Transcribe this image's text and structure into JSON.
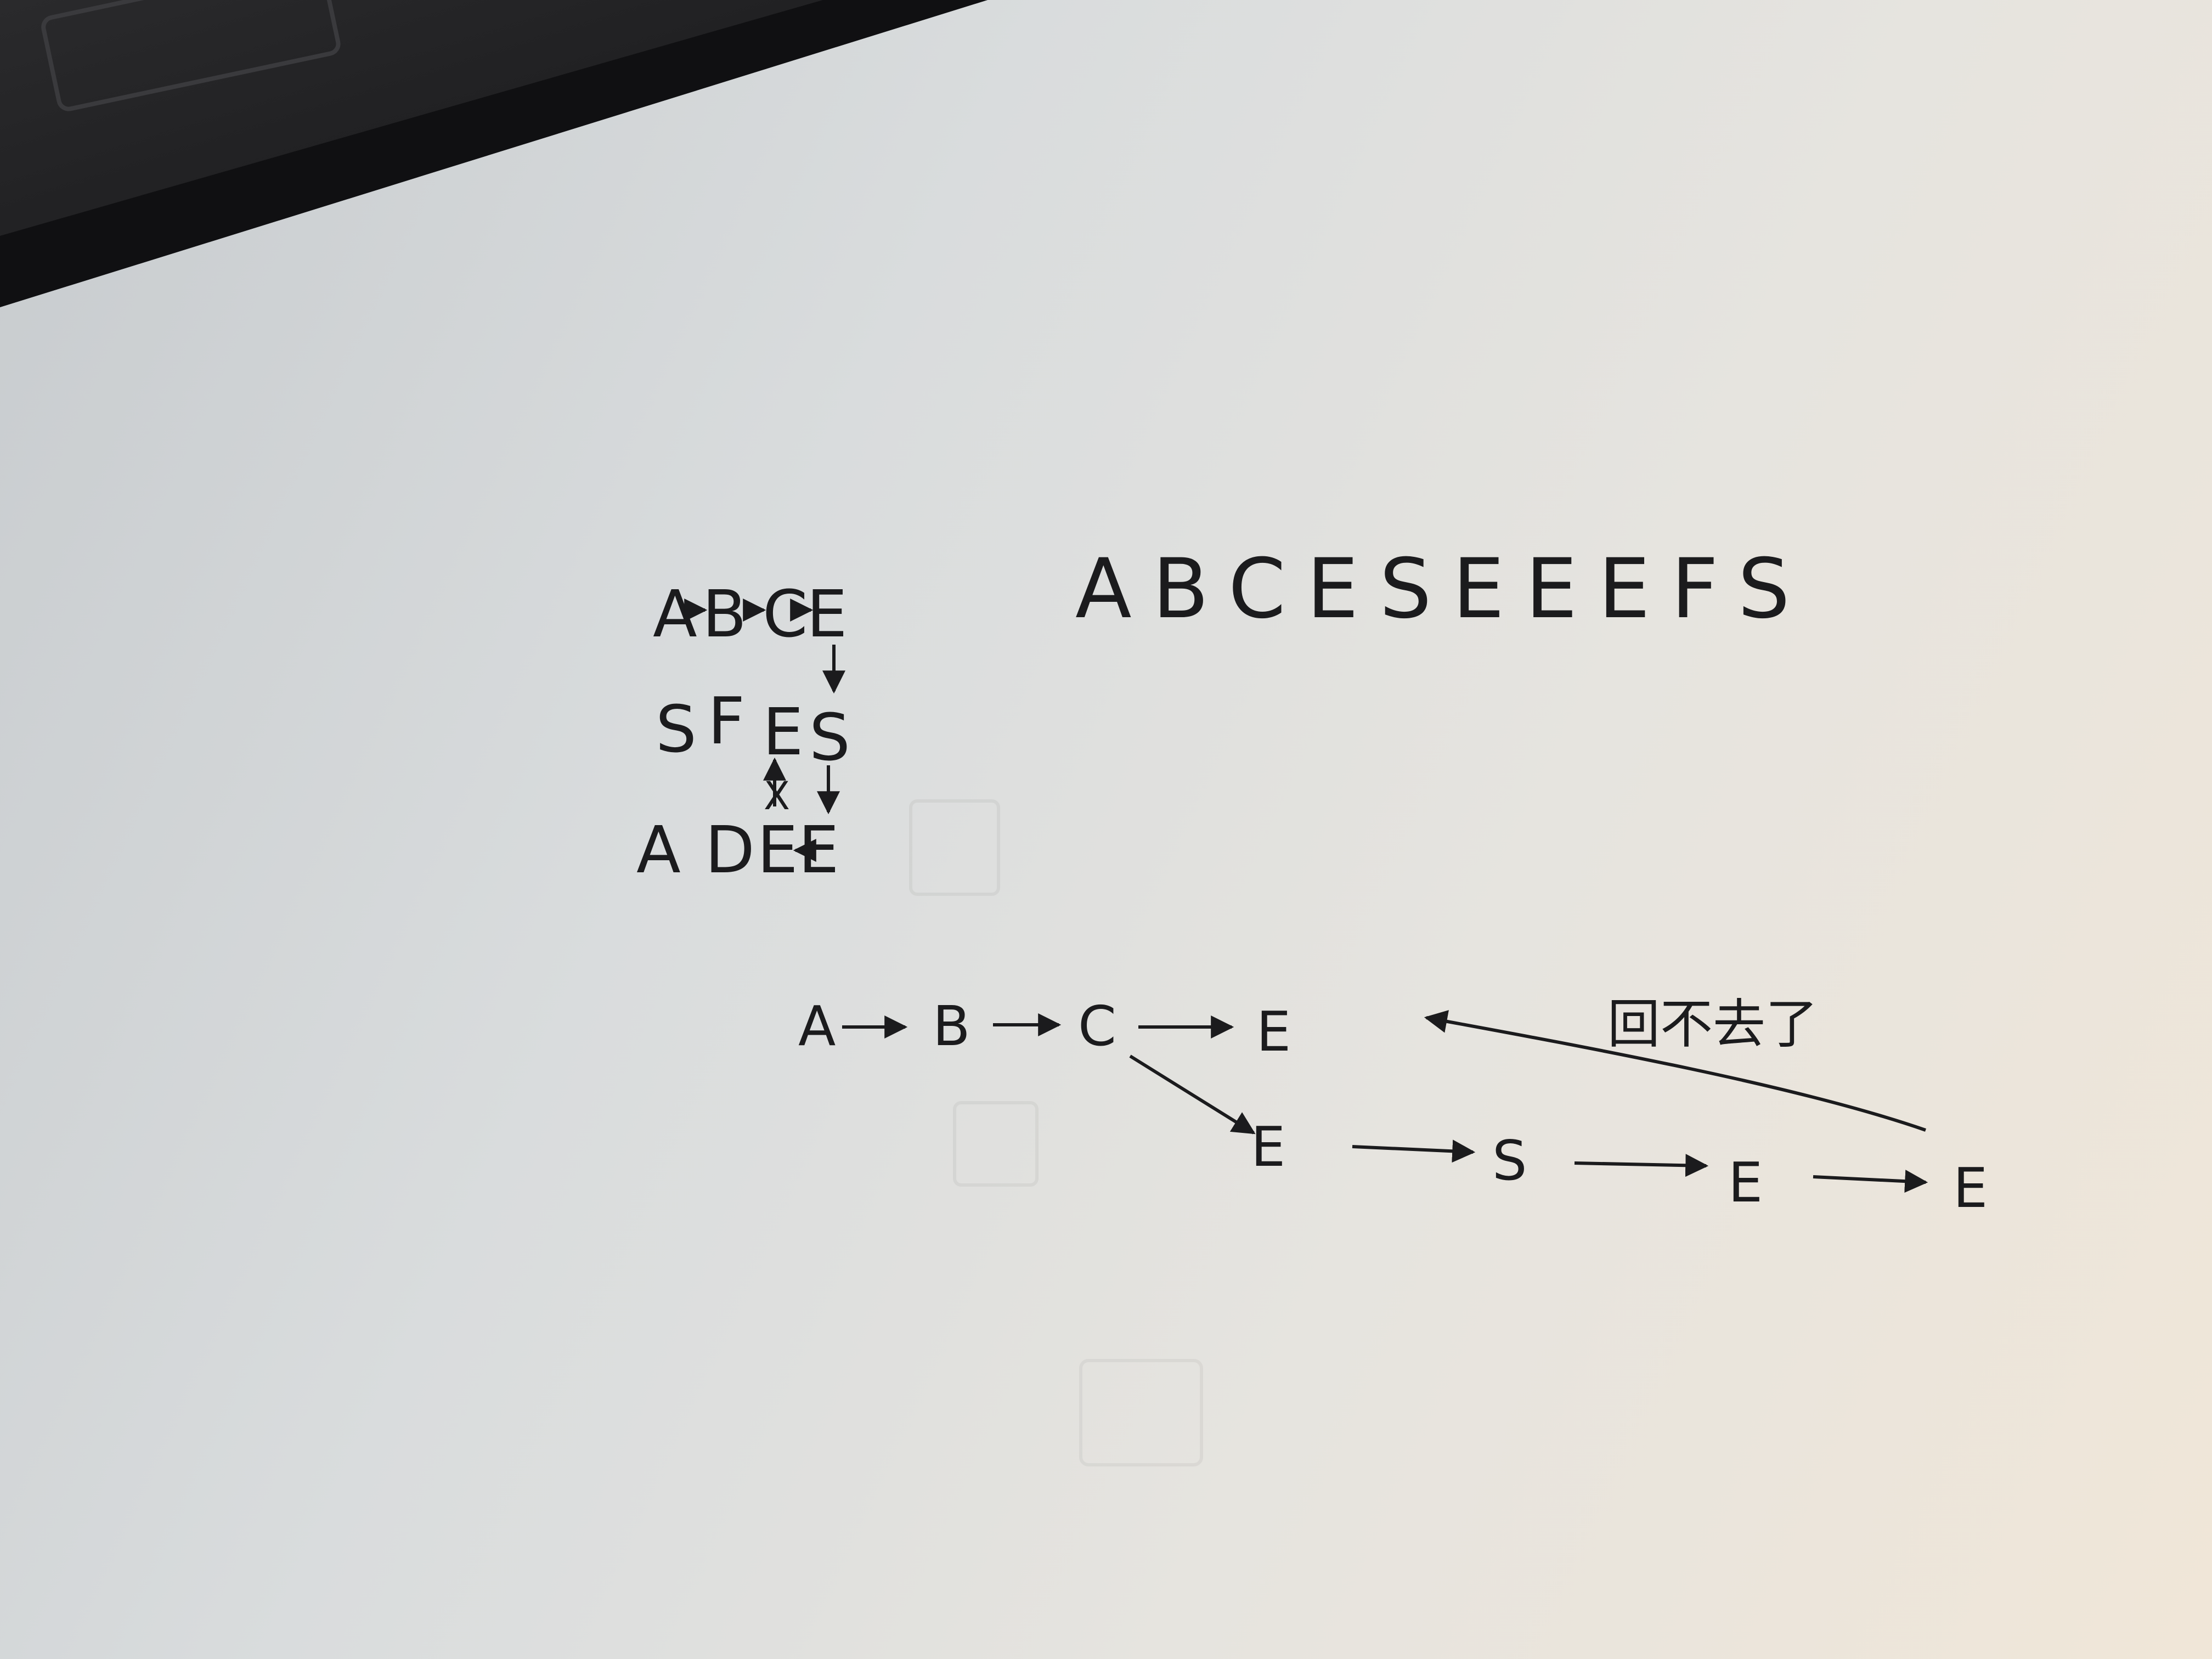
{
  "grid": {
    "row1": [
      "A",
      "B",
      "C",
      "E"
    ],
    "row2": [
      "S",
      "F",
      "E",
      "S"
    ],
    "row3": [
      "A",
      "D",
      "E",
      "E"
    ],
    "blocked_mark": "X"
  },
  "sequence": "ABCESEEEFS",
  "path_nodes": [
    "A",
    "B",
    "C",
    "E",
    "E",
    "S",
    "E",
    "E"
  ],
  "annotation": "回不去了",
  "colors": {
    "ink": "#1b1b1d",
    "paper_light": "#e6e4df",
    "device_dark": "#1a1a1c"
  }
}
